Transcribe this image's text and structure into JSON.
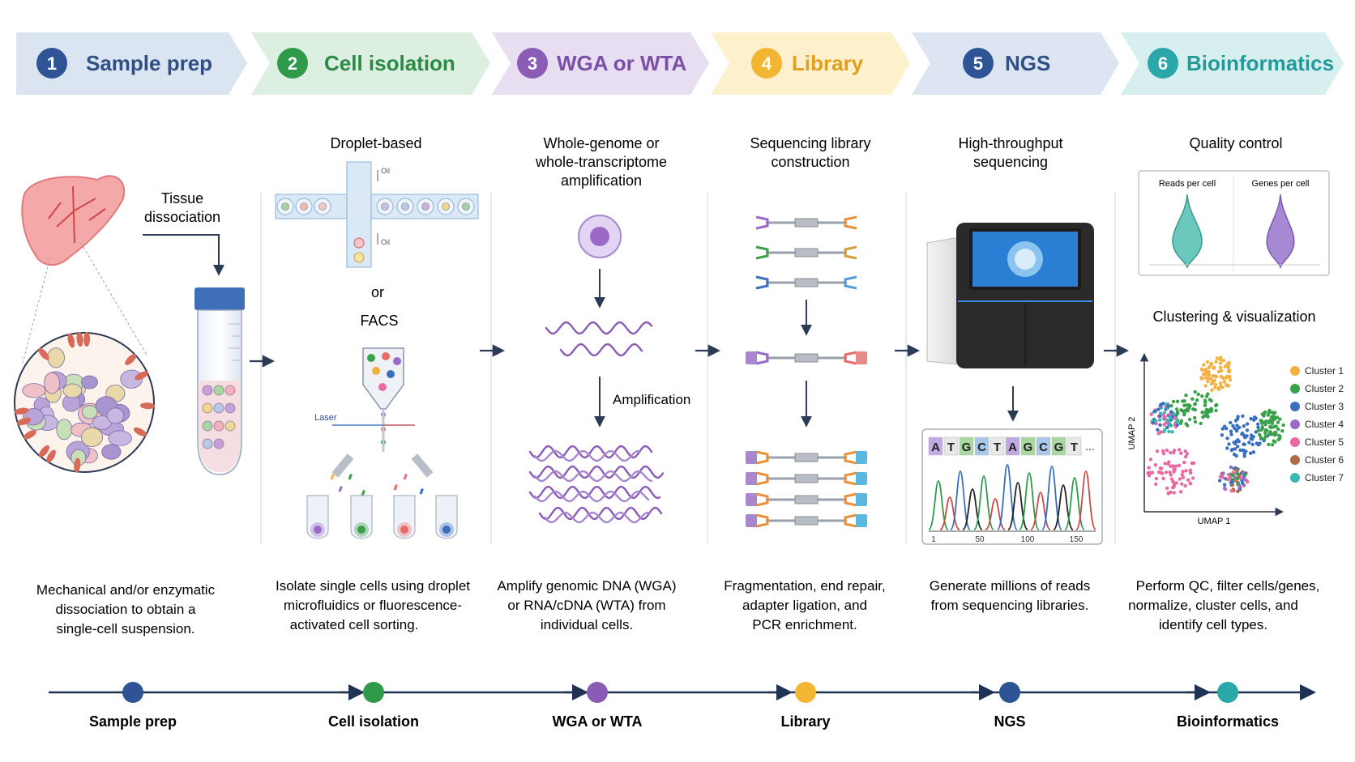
{
  "steps": [
    {
      "num": "1",
      "title": "Sample prep",
      "color": "#2f5496",
      "fill": "#dbe4f1",
      "text": "#2f4f85"
    },
    {
      "num": "2",
      "title": "Cell isolation",
      "color": "#2e9a4a",
      "fill": "#dcefe0",
      "text": "#2b8a44"
    },
    {
      "num": "3",
      "title": "WGA or WTA",
      "color": "#8a5cb5",
      "fill": "#e8def2",
      "text": "#7b4fa8"
    },
    {
      "num": "4",
      "title": "Library",
      "color": "#f2b632",
      "fill": "#fdf0cc",
      "text": "#e0a01d"
    },
    {
      "num": "5",
      "title": "NGS",
      "color": "#2f5496",
      "fill": "#dde5f2",
      "text": "#2f4f85"
    },
    {
      "num": "6",
      "title": "Bioinformatics",
      "color": "#2aa7a8",
      "fill": "#d8efef",
      "text": "#23999a"
    }
  ],
  "panel1": {
    "label_lines": [
      "Tissue",
      "dissociation"
    ],
    "desc_lines": [
      "Mechanical and/or enzymatic",
      "dissociation to obtain a",
      "single-cell suspension."
    ]
  },
  "panel2": {
    "heading": "Droplet-based",
    "or": "or",
    "facs": "FACS",
    "oil1": "Oil",
    "oil2": "Oil",
    "laser": "Laser",
    "desc_lines": [
      "Isolate single cells using droplet",
      "microfluidics or fluorescence-",
      "activated cell sorting."
    ]
  },
  "panel3": {
    "heading_lines": [
      "Whole-genome or",
      "whole-transcriptome",
      "amplification"
    ],
    "amp_label": "Amplification",
    "desc_lines": [
      "Amplify genomic DNA (WGA)",
      "or RNA/cDNA (WTA) from",
      "individual cells."
    ]
  },
  "panel4": {
    "heading_lines": [
      "Sequencing library",
      "construction"
    ],
    "desc_lines": [
      "Fragmentation, end repair,",
      "adapter ligation, and",
      "PCR enrichment."
    ]
  },
  "panel5": {
    "heading_lines": [
      "High-throughput",
      "sequencing"
    ],
    "bases": [
      "A",
      "T",
      "G",
      "C",
      "T",
      "A",
      "G",
      "C",
      "G",
      "T"
    ],
    "ellipsis": "...",
    "ticks": [
      "1",
      "50",
      "100",
      "150"
    ],
    "desc_lines": [
      "Generate millions of reads",
      "from sequencing libraries."
    ]
  },
  "panel6": {
    "qc_heading": "Quality control",
    "violin1": "Reads per cell",
    "violin2": "Genes per cell",
    "cluster_heading": "Clustering & visualization",
    "xaxis": "UMAP 1",
    "yaxis": "UMAP 2",
    "clusters": [
      {
        "name": "Cluster 1",
        "color": "#f2b040"
      },
      {
        "name": "Cluster 2",
        "color": "#3aa04a"
      },
      {
        "name": "Cluster 3",
        "color": "#3a6fc0"
      },
      {
        "name": "Cluster 4",
        "color": "#9b6ac8"
      },
      {
        "name": "Cluster 5",
        "color": "#e86aa0"
      },
      {
        "name": "Cluster 6",
        "color": "#b06a4a"
      },
      {
        "name": "Cluster 7",
        "color": "#3ab8b0"
      }
    ],
    "desc_lines": [
      "Perform QC, filter cells/genes,",
      "normalize, cluster cells, and",
      "identify cell types."
    ]
  },
  "timeline": [
    "Sample prep",
    "Cell isolation",
    "WGA or WTA",
    "Library",
    "NGS",
    "Bioinformatics"
  ]
}
